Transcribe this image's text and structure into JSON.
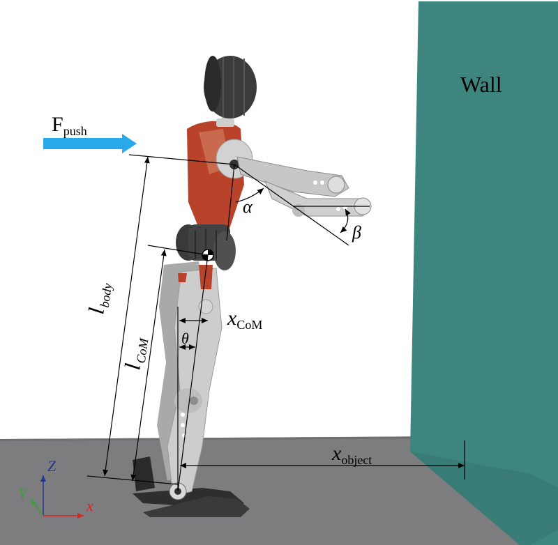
{
  "labels": {
    "wall": "Wall",
    "f_main": "F",
    "f_sub": "push",
    "alpha": "α",
    "beta": "β",
    "theta": "θ",
    "l_body_main": "l",
    "l_body_sub": "body",
    "l_com_main": "l",
    "l_com_sub": "CoM",
    "x_com_main": "x",
    "x_com_sub": "CoM",
    "x_object_main": "x",
    "x_object_sub": "object"
  },
  "axes": {
    "z": "Z",
    "y": "Y",
    "x": "x"
  },
  "colors": {
    "floor": "#7d7d7f",
    "wall_face": "#3f857f",
    "wall_side": "#2f6b66",
    "torso": "#b8432a",
    "force_arrow": "#2aa9e8",
    "metal": "#c9c9c9",
    "dark": "#333333",
    "axis_x": "#d9241c",
    "axis_y": "#3c9b3c",
    "axis_z": "#27368e"
  }
}
